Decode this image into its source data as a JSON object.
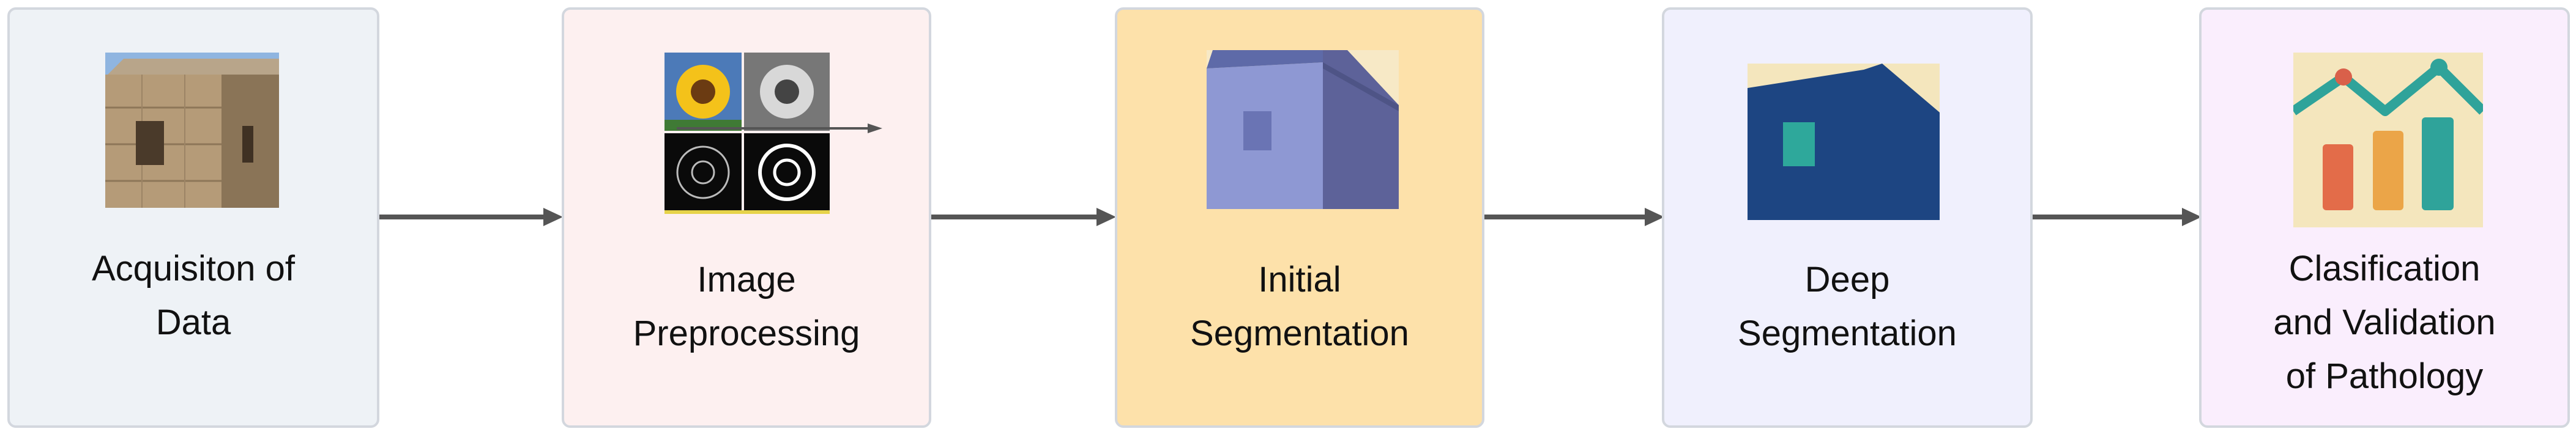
{
  "diagram": {
    "steps": [
      {
        "label": "Acquisiton of\nData",
        "image": "building-photo-icon",
        "bg": "#eef2f6"
      },
      {
        "label": "Image\nPreprocessing",
        "image": "image-filter-grid-icon",
        "bg": "#fdf0f0"
      },
      {
        "label": "Initial\nSegmentation",
        "image": "segmented-building-icon",
        "bg": "#fde1aa"
      },
      {
        "label": "Deep\nSegmentation",
        "image": "deep-segmented-building-icon",
        "bg": "#f0f0fd"
      },
      {
        "label": "Clasification\nand Validation\nof Pathology",
        "image": "chart-icon",
        "bg": "#faeefd"
      }
    ],
    "connector": "arrow"
  }
}
